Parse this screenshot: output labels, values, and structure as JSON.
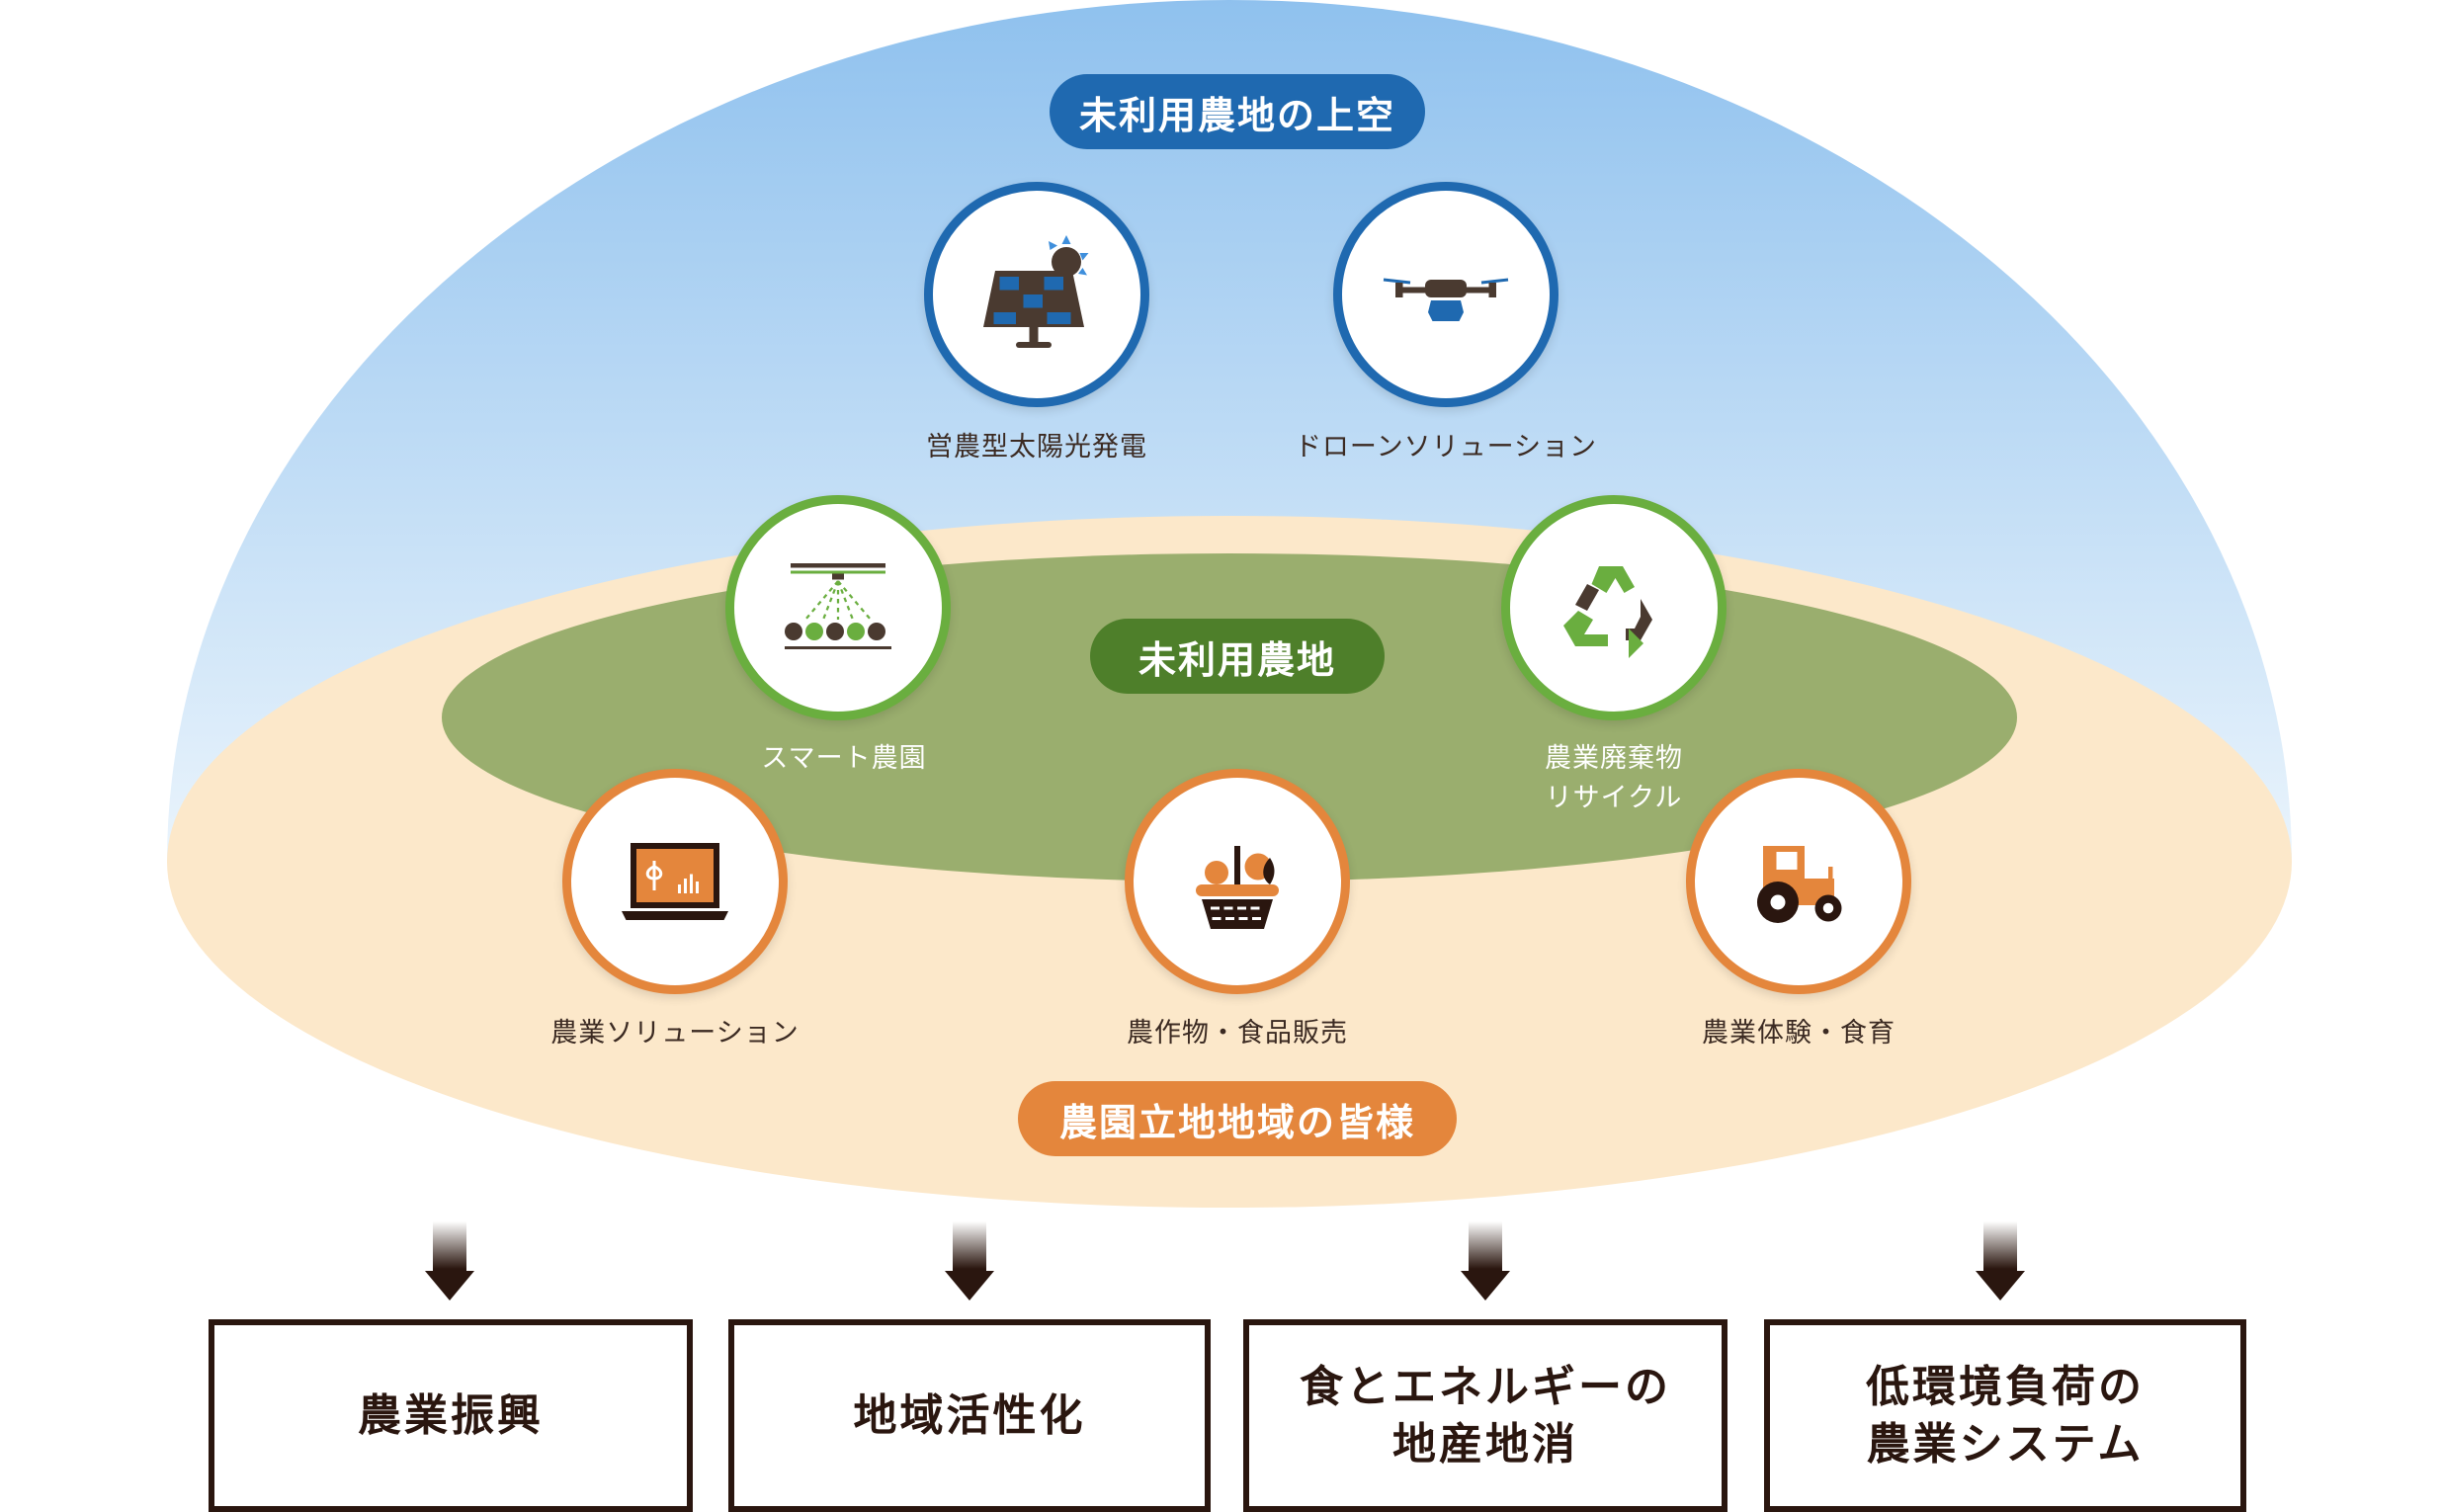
{
  "colors": {
    "sky_top": "#8fc1ee",
    "sky_bottom": "#eaf4fc",
    "field": "#fce8ca",
    "grass": "#9aae6e",
    "blue": "#1f69b0",
    "green": "#4e7f2a",
    "orange": "#e4863c",
    "dark": "#2a160f"
  },
  "sky": {
    "title": "未利用農地の上空",
    "items": [
      {
        "label": "営農型太陽光発電",
        "icon": "solar-panel-icon"
      },
      {
        "label": "ドローンソリューション",
        "icon": "drone-icon"
      }
    ]
  },
  "land": {
    "title": "未利用農地",
    "items": [
      {
        "label": "スマート農園",
        "icon": "sprinkler-trees-icon"
      },
      {
        "label_line1": "農業廃棄物",
        "label_line2": "リサイクル",
        "icon": "recycle-icon"
      }
    ]
  },
  "region": {
    "title": "農園立地地域の皆様",
    "items": [
      {
        "label": "農業ソリューション",
        "icon": "laptop-icon"
      },
      {
        "label": "農作物・食品販売",
        "icon": "basket-icon"
      },
      {
        "label": "農業体験・食育",
        "icon": "tractor-icon"
      }
    ]
  },
  "outcomes": [
    {
      "line1": "農業振興",
      "line2": ""
    },
    {
      "line1": "地域活性化",
      "line2": ""
    },
    {
      "line1": "食とエネルギーの",
      "line2": "地産地消"
    },
    {
      "line1": "低環境負荷の",
      "line2": "農業システム"
    }
  ]
}
